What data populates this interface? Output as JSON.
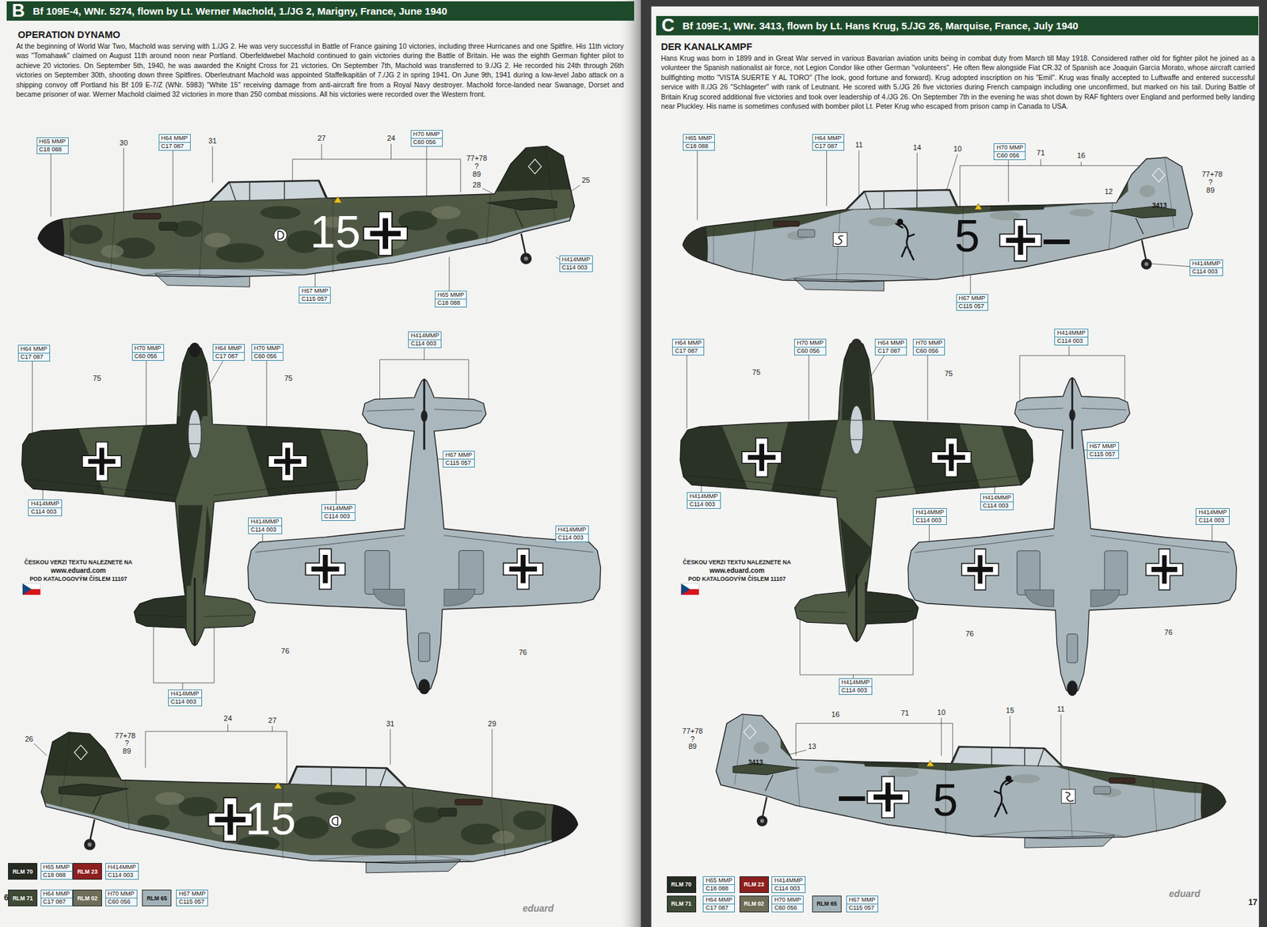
{
  "diagram": {
    "nodes": [
      {
        "text": [
          "B",
          "Bf 109E-4, WNr. 5274, flown by Lt. Werner Machold, 1./JG 2, Marigny, France, June 1940"
        ]
      },
      {
        "text": [
          "H65 MMP",
          "C18 088"
        ]
      },
      {
        "text": [
          "H64 MMP",
          "C17 087"
        ]
      },
      {
        "text": [
          "H70 MMP",
          "C60 056"
        ]
      },
      {
        "text": [
          "H414MMP",
          "C114 003"
        ]
      },
      {
        "text": [
          "H67 MMP",
          "C115 057"
        ]
      },
      {
        "text": [
          "H65 MMP",
          "C18 088"
        ]
      },
      {
        "text": [
          "H64 MMP",
          "C17 087"
        ]
      },
      {
        "text": [
          "H70 MMP",
          "C60 056"
        ]
      },
      {
        "text": [
          "H64 MMP",
          "C17 087"
        ]
      },
      {
        "text": [
          "H70 MMP",
          "C60 056"
        ]
      },
      {
        "text": [
          "H414MMP",
          "C114 003"
        ]
      },
      {
        "text": [
          "H67 MMP",
          "C115 057"
        ]
      },
      {
        "text": [
          "H414MMP",
          "C114 003"
        ]
      },
      {
        "text": [
          "H414MMP",
          "C114 003"
        ]
      },
      {
        "text": [
          "H414MMP",
          "C114 003"
        ]
      },
      {
        "text": [
          "H414MMP",
          "C114 003"
        ]
      },
      {
        "text": [
          "H414MMP",
          "C114 003"
        ]
      },
      {
        "text": [
          "H65 MMP",
          "C18 088"
        ]
      },
      {
        "text": [
          "H414MMP",
          "C114 003"
        ]
      },
      {
        "text": [
          "H64 MMP",
          "C17 087"
        ]
      },
      {
        "text": [
          "H70 MMP",
          "C60 056"
        ]
      },
      {
        "text": [
          "H67 MMP",
          "C115 057"
        ]
      },
      {
        "text": [
          "C",
          "Bf 109E-1, WNr. 3413, flown by Lt. Hans Krug, 5./JG 26, Marquise, France, July 1940"
        ]
      },
      {
        "text": [
          "H65 MMP",
          "C18 088"
        ]
      },
      {
        "text": [
          "H64 MMP",
          "C17 087"
        ]
      },
      {
        "text": [
          "H70 MMP",
          "C60 056"
        ]
      },
      {
        "text": [
          "H414MMP",
          "C114 003"
        ]
      },
      {
        "text": [
          "H67 MMP",
          "C115 057"
        ]
      },
      {
        "text": [
          "H64 MMP",
          "C17 087"
        ]
      },
      {
        "text": [
          "H70 MMP",
          "C60 056"
        ]
      },
      {
        "text": [
          "H64 MMP",
          "C17 087"
        ]
      },
      {
        "text": [
          "H70 MMP",
          "C60 056"
        ]
      },
      {
        "text": [
          "H414MMP",
          "C114 003"
        ]
      },
      {
        "text": [
          "H67 MMP",
          "C115 057"
        ]
      },
      {
        "text": [
          "H414MMP",
          "C114 003"
        ]
      },
      {
        "text": [
          "H414MMP",
          "C114 003"
        ]
      },
      {
        "text": [
          "H414MMP",
          "C114 003"
        ]
      },
      {
        "text": [
          "H414MMP",
          "C114 003"
        ]
      },
      {
        "text": [
          "H414MMP",
          "C114 003"
        ]
      },
      {
        "text": [
          "H65 MMP",
          "C18 088"
        ]
      },
      {
        "text": [
          "H414MMP",
          "C114 003"
        ]
      },
      {
        "text": [
          "H64 MMP",
          "C17 087"
        ]
      },
      {
        "text": [
          "H70 MMP",
          "C60 056"
        ]
      },
      {
        "text": [
          "H67 MMP",
          "C115 057"
        ]
      }
    ],
    "labels": [
      "OPERATION DYNAMO",
      "At the beginning of World War Two, Machold was serving with 1./JG 2. He was very successful in Battle of France gaining 10 victories, including three Hurricanes and one Spitfire. His 11th victory was \"Tomahawk\" claimed on August 11th around noon near Portland. Oberfeldwebel Machold continued to gain victories during the Battle of Britain. He was the eighth German fighter pilot to achieve 20 victories. On September 5th, 1940, he was awarded the Knight Cross for 21 victories. On September 7th, Machold was transferred to 9./JG 2. He recorded his 24th through 26th victories on September 30th, shooting down three Spitfires. Oberleutnant Machold was appointed Staffelkapitän of 7./JG 2 in spring 1941. On June 9th, 1941 during a low-level Jabo attack on a shipping convoy off Portland his Bf 109 E-7/Z (WNr. 5983) \"White 15\" receiving damage from anti-aircraft fire from a Royal Navy destroyer. Machold force-landed near Swanage, Dorset and became prisoner of war. Werner Machold claimed 32 victories in more than 250 combat missions. All his victories were recorded over the Western front.",
      "30",
      "31",
      "27",
      "24",
      "77+78",
      "?",
      "89",
      "28",
      "25",
      "15",
      "75",
      "75",
      "76",
      "76",
      "ČESKOU VERZI TEXTU NALEZNETE NA",
      "www.eduard.com",
      "POD KATALOGOVÝM ČÍSLEM 11107",
      "26",
      "77+78",
      "?",
      "89",
      "24",
      "27",
      "31",
      "29",
      "15",
      "6",
      "eduard",
      "DER KANALKAMPF",
      "Hans Krug was born in 1899 and in Great War served in various Bavarian aviation units being in combat duty from March till May 1918. Considered rather old for fighter pilot he joined as a volunteer the Spanish nationalist air force, not Legion Condor like other German \"volunteers\". He often flew alongside Fiat CR.32 of Spanish ace Joaquin Garcia Morato, whose aircraft carried bullfighting motto \"VISTA SUERTE Y AL TORO\" (The look, good fortune and forward). Krug adopted inscription on his \"Emil\". Krug was finally accepted to Luftwaffe and entered successful service with II./JG 26 \"Schlageter\" with rank of Leutnant. He scored with 5./JG 26 five victories during French campaign including one unconfirmed, but marked on his tail. During Battle of Britain Krug scored additional five victories and took over leadership of 4./JG 26. On September 7th in the evening he was shot down by RAF fighters over England and performed belly landing near Pluckley. His name is sometimes confused with bomber pilot Lt. Peter Krug who escaped from prison camp in Canada to USA.",
      "11",
      "14",
      "10",
      "71",
      "16",
      "12",
      "77+78",
      "?",
      "89",
      "5",
      "3413",
      "75",
      "75",
      "76",
      "76",
      "ČESKOU VERZI TEXTU NALEZNETE NA",
      "www.eduard.com",
      "POD KATALOGOVÝM ČÍSLEM 11107",
      "16",
      "71",
      "10",
      "15",
      "11",
      "77+78",
      "?",
      "89",
      "13",
      "5",
      "3413",
      "eduard",
      "17"
    ],
    "legend": [
      {
        "text": "RLM 70",
        "color": "#262b22"
      },
      {
        "text": "RLM 23",
        "color": "#8e1f1f"
      },
      {
        "text": "RLM 71",
        "color": "#3f4a35"
      },
      {
        "text": "RLM 02",
        "color": "#6e6d58"
      },
      {
        "text": "RLM 65",
        "color": "#a3b2b8"
      },
      {
        "text": "RLM 70",
        "color": "#262b22"
      },
      {
        "text": "RLM 23",
        "color": "#8e1f1f"
      },
      {
        "text": "RLM 71",
        "color": "#3f4a35"
      },
      {
        "text": "RLM 02",
        "color": "#6e6d58"
      },
      {
        "text": "RLM 65",
        "color": "#a3b2b8"
      }
    ]
  }
}
